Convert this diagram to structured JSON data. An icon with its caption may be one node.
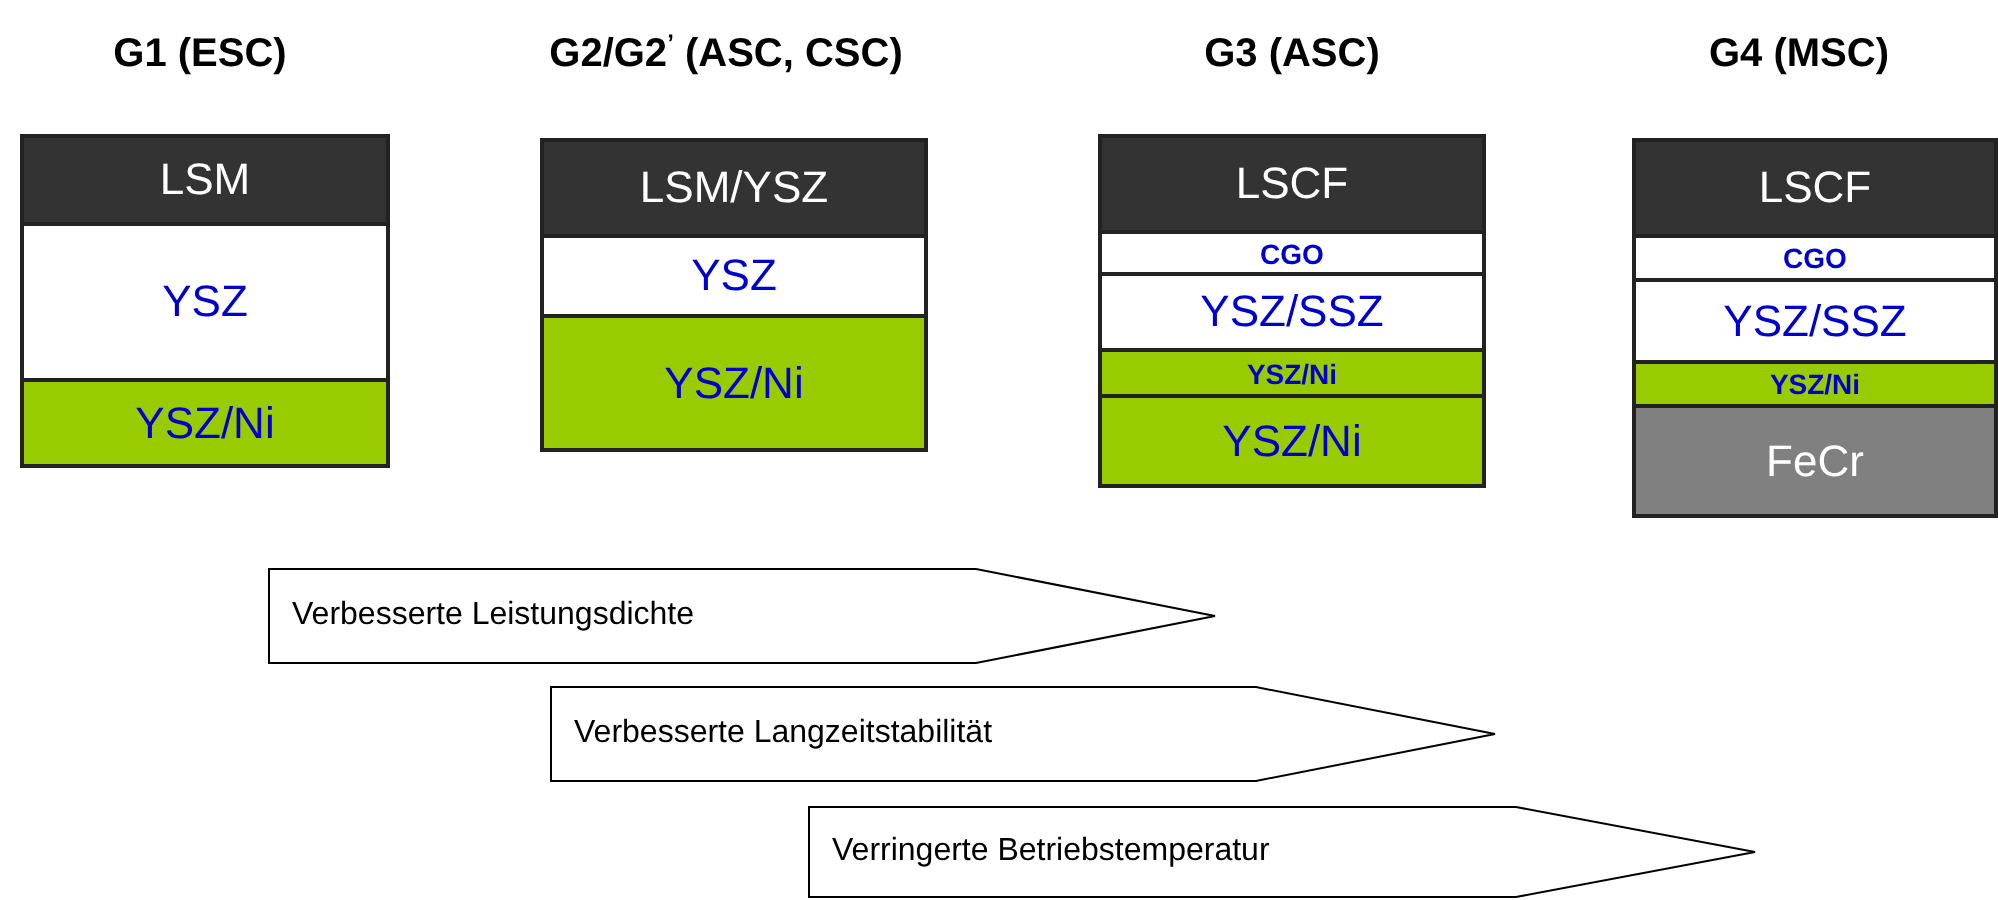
{
  "diagram": {
    "nodes": [
      {
        "text": [
          "G1 (ESC)"
        ]
      },
      {
        "text": [
          "LSM"
        ],
        "in": 0
      },
      {
        "text": [
          "YSZ"
        ],
        "in": 0
      },
      {
        "text": [
          "YSZ/Ni"
        ],
        "in": 0
      },
      {
        "text": [
          "G2/G2$^{’}$ (ASC, CSC)"
        ]
      },
      {
        "text": [
          "LSM/YSZ"
        ],
        "in": 4
      },
      {
        "text": [
          "YSZ"
        ],
        "in": 4
      },
      {
        "text": [
          "YSZ/Ni"
        ],
        "in": 4
      },
      {
        "text": [
          "G3 (ASC)"
        ]
      },
      {
        "text": [
          "LSCF"
        ],
        "in": 8
      },
      {
        "text": [
          "CGO"
        ],
        "in": 8
      },
      {
        "text": [
          "YSZ/SSZ"
        ],
        "in": 8
      },
      {
        "text": [
          "YSZ/Ni"
        ],
        "in": 8
      },
      {
        "text": [
          "YSZ/Ni"
        ],
        "in": 8
      },
      {
        "text": [
          "G4 (MSC)"
        ]
      },
      {
        "text": [
          "LSCF"
        ],
        "in": 14
      },
      {
        "text": [
          "CGO"
        ],
        "in": 14
      },
      {
        "text": [
          "YSZ/SSZ"
        ],
        "in": 14
      },
      {
        "text": [
          "YSZ/Ni"
        ],
        "in": 14
      },
      {
        "text": [
          "FeCr"
        ],
        "in": 14
      },
      {
        "text": [
          "Verbesserte Leistungsdichte"
        ]
      },
      {
        "text": [
          "Verbesserte Langzeitstabilität"
        ]
      },
      {
        "text": [
          "Verringerte Betriebstemperatur"
        ]
      }
    ]
  }
}
